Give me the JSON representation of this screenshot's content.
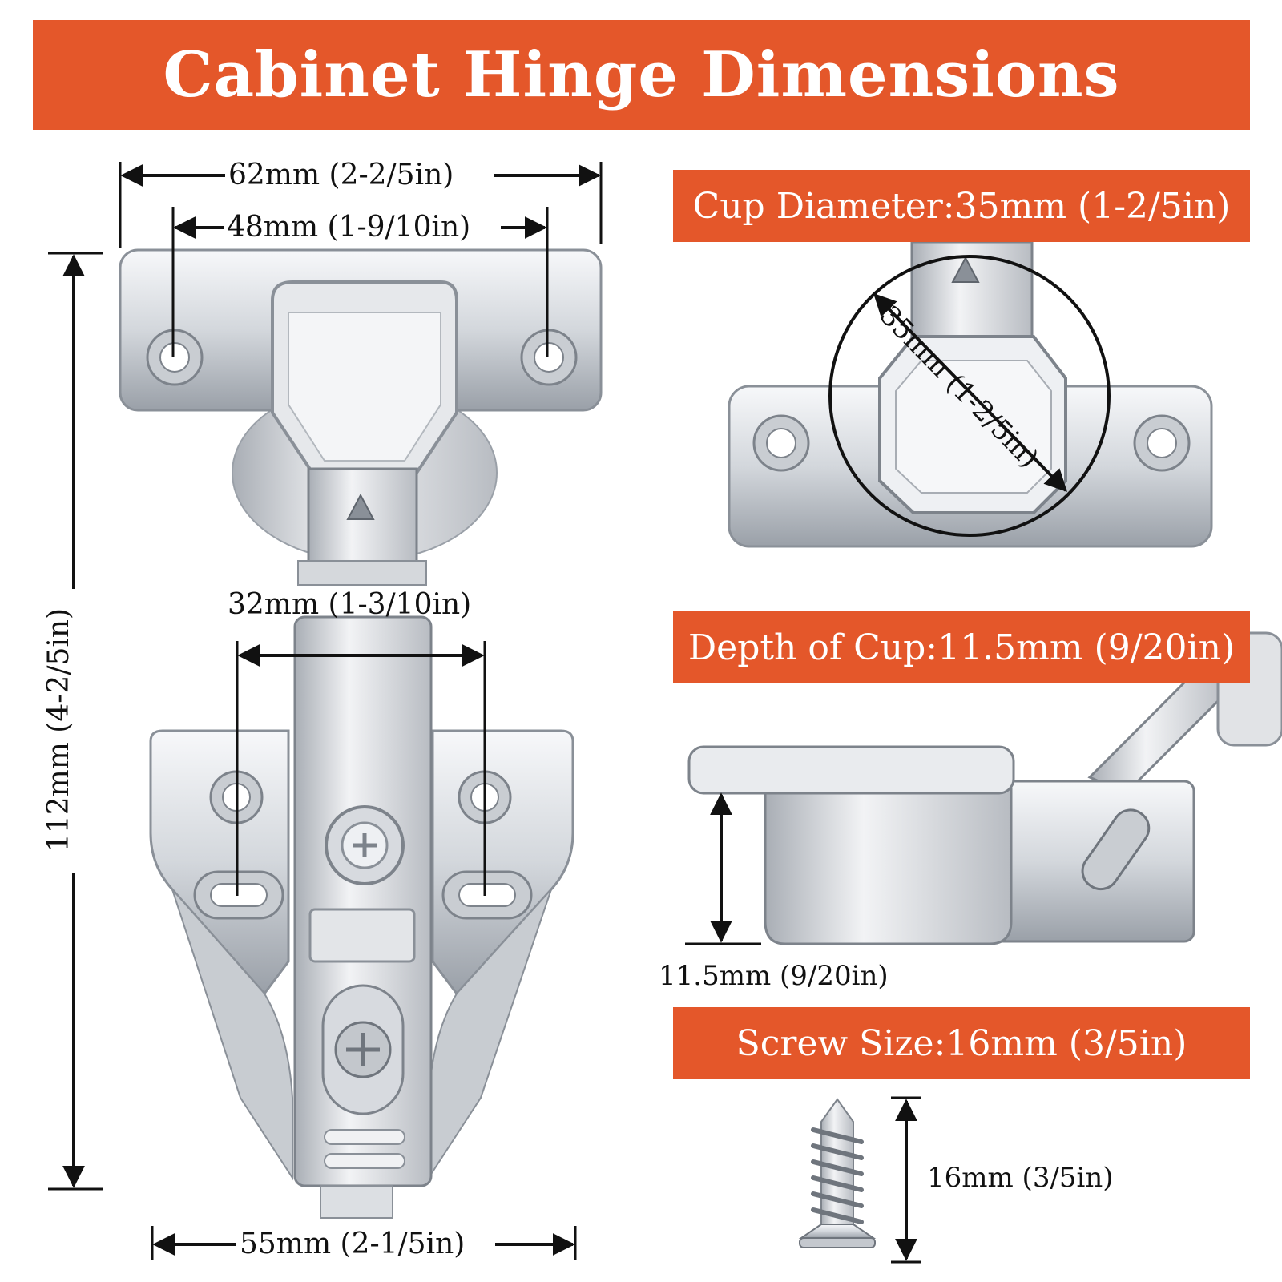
{
  "title": "Cabinet Hinge Dimensions",
  "colors": {
    "accent": "#e4572a",
    "metal_light": "#eef0f3",
    "metal_mid": "#c4c8ce",
    "metal_dark": "#7d838b",
    "line": "#111111"
  },
  "dimensions": {
    "plate_width": "62mm (2-2/5in)",
    "hole_spacing_top": "48mm (1-9/10in)",
    "height": "112mm (4-2/5in)",
    "hole_spacing_base": "32mm (1-3/10in)",
    "base_width": "55mm (2-1/5in)",
    "cup_diameter_small": "35mm (1-2/5in)",
    "cup_depth_small": "11.5mm (9/20in)",
    "screw_length_small": "16mm (3/5in)"
  },
  "callouts": {
    "cup_diameter": "Cup Diameter:35mm (1-2/5in)",
    "cup_depth": "Depth of Cup:11.5mm (9/20in)",
    "screw_size": "Screw Size:16mm (3/5in)"
  }
}
